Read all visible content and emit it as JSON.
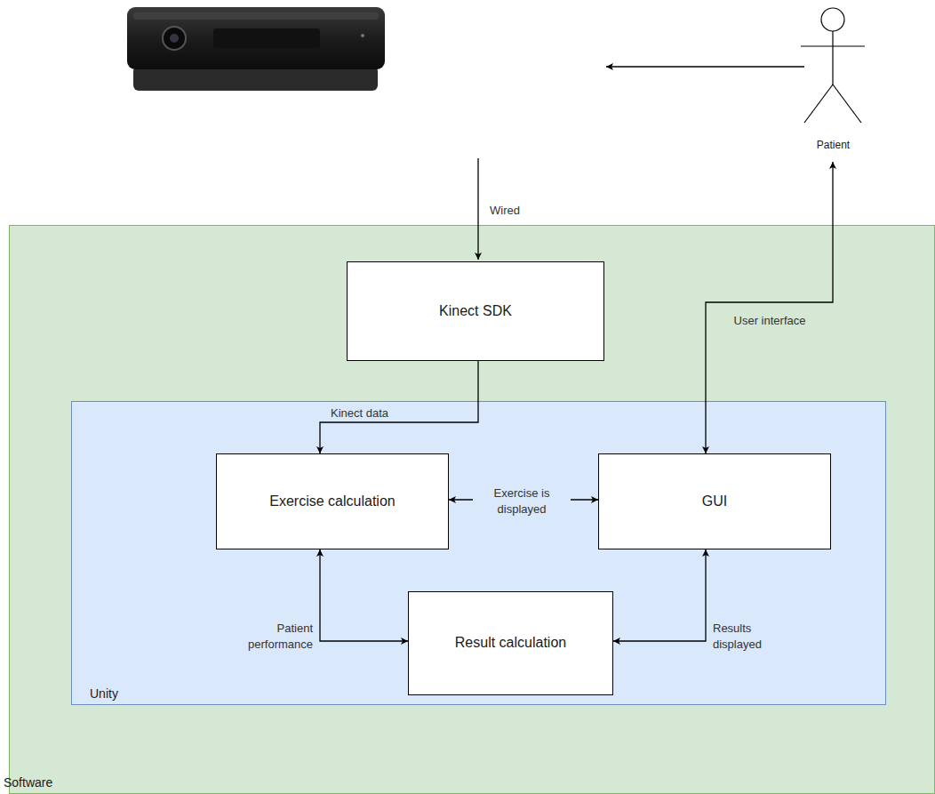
{
  "diagram": {
    "nodes": [
      {
        "text": [
          "Patient"
        ]
      },
      {
        "text": [
          "Software"
        ]
      },
      {
        "text": [
          "Kinect SDK"
        ],
        "in": 1
      },
      {
        "text": [
          "Unity"
        ],
        "in": 1
      },
      {
        "text": [
          "Exercise calculation"
        ],
        "in": 3
      },
      {
        "text": [
          "GUI"
        ],
        "in": 3
      },
      {
        "text": [
          "Result calculation"
        ],
        "in": 3
      }
    ],
    "edges": [
      {
        "from": 2,
        "to": 4,
        "label": "Kinect data",
        "arrow": "to"
      },
      {
        "from": 4,
        "to": 5,
        "label": "Exercise is displayed",
        "arrow": "both"
      },
      {
        "from": 4,
        "to": 6,
        "label": "Patient performance",
        "arrow": "both"
      },
      {
        "from": 5,
        "to": 6,
        "label": "Results displayed",
        "arrow": "both"
      },
      {
        "from": 0,
        "to": 5,
        "label": "User interface",
        "arrow": "both"
      }
    ],
    "labels": [
      "Wired"
    ]
  }
}
